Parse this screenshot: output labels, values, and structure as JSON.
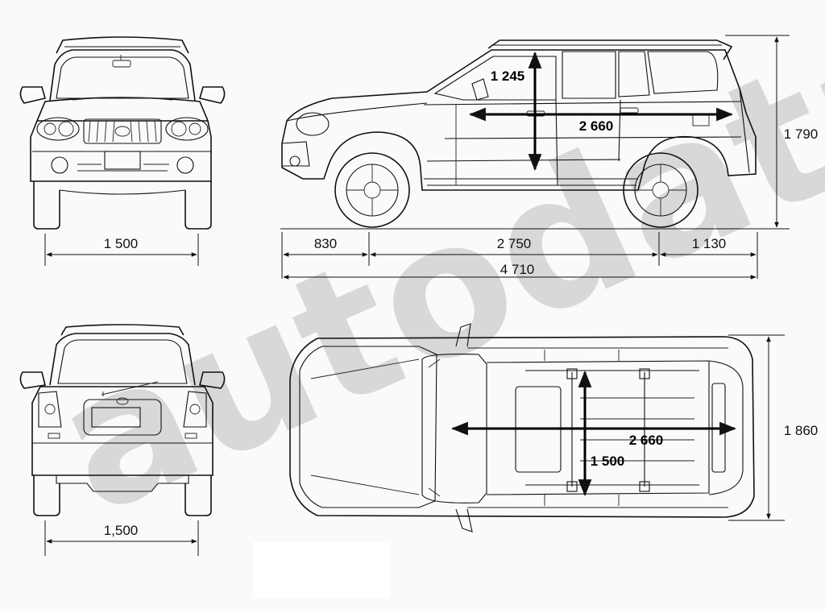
{
  "watermark": {
    "text": "autodata.ru"
  },
  "dimensions": {
    "front_track": "1 500",
    "rear_track": "1,500",
    "front_overhang": "830",
    "wheelbase": "2 750",
    "rear_overhang": "1 130",
    "overall_length": "4 710",
    "overall_height": "1 790",
    "overall_width": "1 860",
    "interior_length_side": "2 660",
    "interior_height": "1 245",
    "interior_length_top": "2 660",
    "interior_width": "1 500"
  },
  "colors": {
    "line": "#111111",
    "background": "#fafafa",
    "watermark": "#bdbdbd"
  }
}
